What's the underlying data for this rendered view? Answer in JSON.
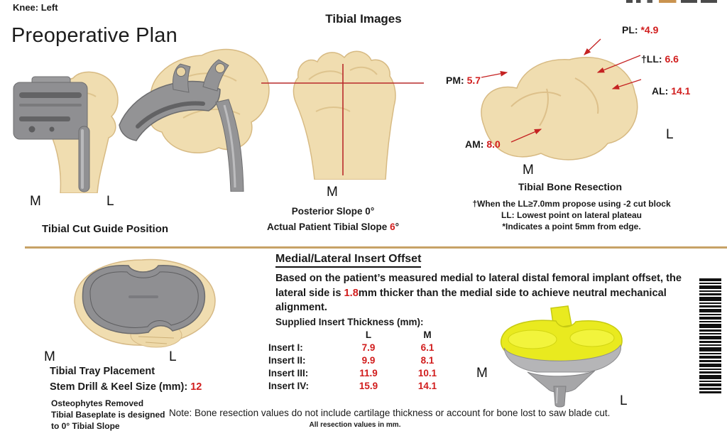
{
  "header": {
    "knee_label": "Knee: Left",
    "title": "Preoperative Plan"
  },
  "tibial_images": {
    "heading": "Tibial Images",
    "center": {
      "orientation_label": "M",
      "line1": "Posterior Slope 0°",
      "line2_prefix": "Actual Patient Tibial Slope ",
      "line2_value": "6",
      "line2_suffix": "°"
    }
  },
  "cut_guide": {
    "orientation_m": "M",
    "orientation_l": "L",
    "caption": "Tibial Cut Guide Position"
  },
  "resection": {
    "labels": [
      {
        "prefix": "PL: ",
        "value": "*4.9"
      },
      {
        "prefix": "†LL: ",
        "value": "6.6"
      },
      {
        "prefix": "AL: ",
        "value": "14.1"
      },
      {
        "prefix": "PM: ",
        "value": "5.7"
      },
      {
        "prefix": "AM: ",
        "value": "8.0"
      }
    ],
    "orientation_l": "L",
    "orientation_m": "M",
    "caption": "Tibial Bone Resection",
    "notes": [
      "†When the LL≥7.0mm propose using -2 cut block",
      "LL: Lowest point on lateral plateau",
      "*Indicates a point 5mm from edge."
    ]
  },
  "insert_offset": {
    "heading": "Medial/Lateral Insert Offset",
    "body_pre": "Based on the patient’s measured medial to lateral distal femoral implant offset, the lateral side is ",
    "body_value": "1.8",
    "body_post": "mm thicker than the medial side to achieve neutral mechanical alignment.",
    "table": {
      "caption": "Supplied Insert Thickness (mm):",
      "columns": [
        "L",
        "M"
      ],
      "rows": [
        {
          "label": "Insert I:",
          "l": "7.9",
          "m": "6.1"
        },
        {
          "label": "Insert II:",
          "l": "9.9",
          "m": "8.1"
        },
        {
          "label": "Insert III:",
          "l": "11.9",
          "m": "10.1"
        },
        {
          "label": "Insert IV:",
          "l": "15.9",
          "m": "14.1"
        }
      ]
    }
  },
  "tray_placement": {
    "orientation_m": "M",
    "orientation_l": "L",
    "caption": "Tibial Tray Placement",
    "stem_prefix": "Stem Drill & Keel Size (mm): ",
    "stem_value": "12",
    "notes": [
      "Osteophytes Removed",
      "Tibial Baseplate is designed",
      "to 0° Tibial Slope"
    ]
  },
  "insert_image": {
    "orientation_m": "M",
    "orientation_l": "L"
  },
  "footer": {
    "note": "Note: Bone resection values do not include cartilage thickness or account for bone lost to saw blade cut.",
    "subnote": "All resection values in mm."
  },
  "colors": {
    "accent_red": "#d11d1d",
    "divider_tan": "#c7a266",
    "bone_tan": "#f0ddb0",
    "metal_gray": "#8f8f92",
    "insert_yellow": "#e9ea1f"
  }
}
